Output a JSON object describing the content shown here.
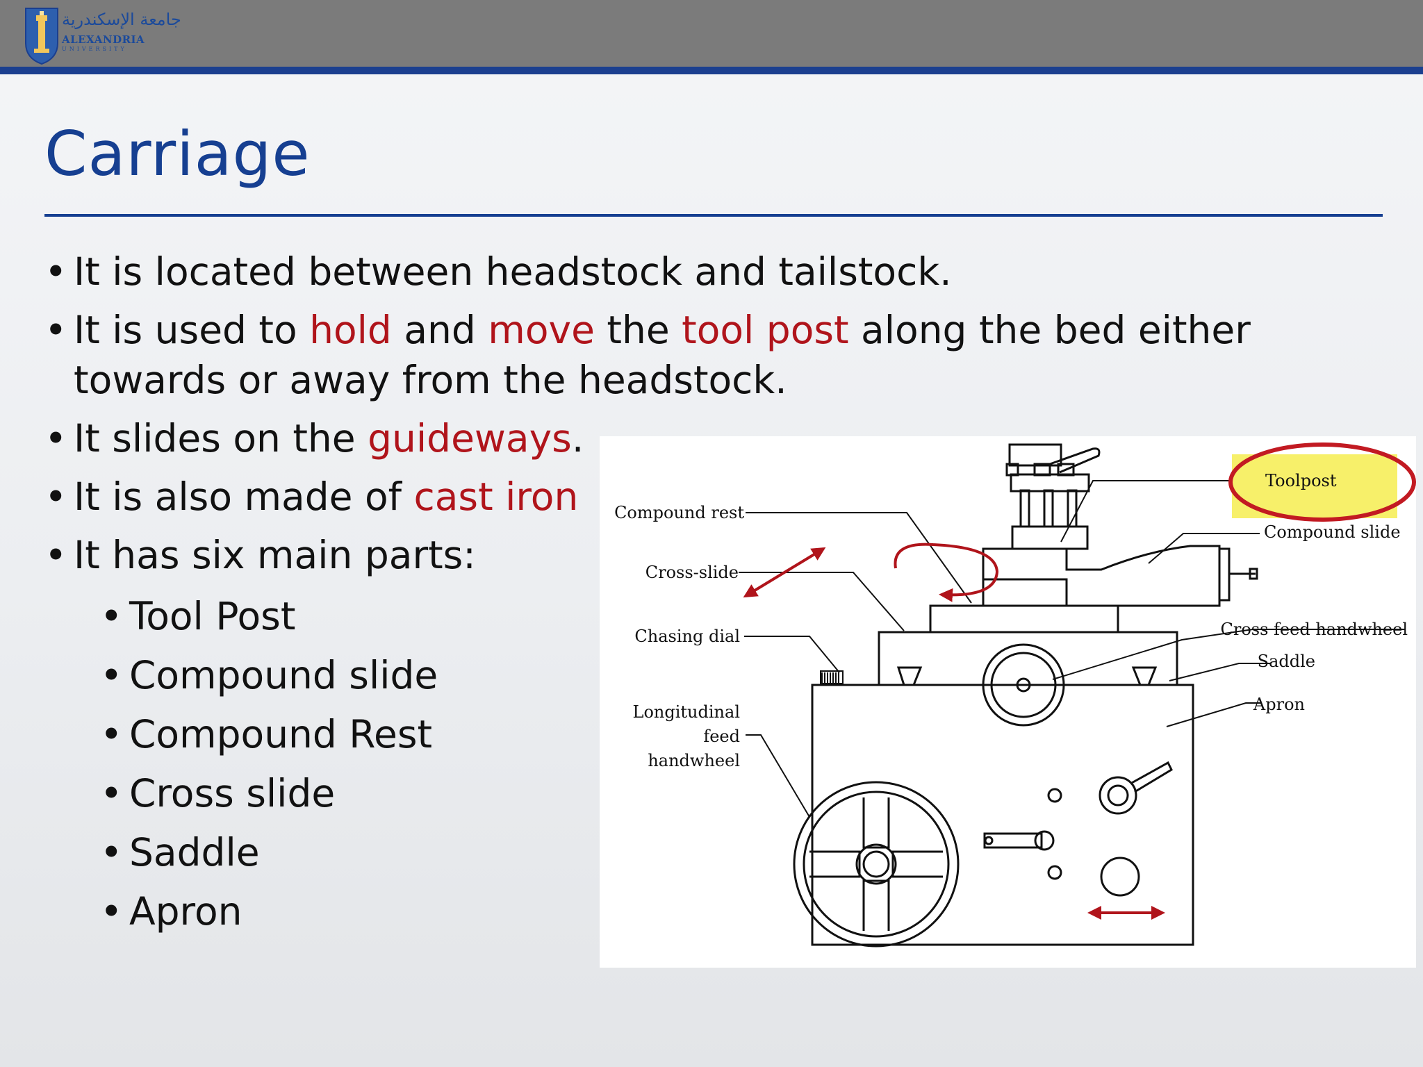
{
  "header": {
    "logo_arabic": "جامعة الإسكندرية",
    "logo_name": "ALEXANDRIA",
    "logo_sub": "UNIVERSITY"
  },
  "title": "Carriage",
  "bullets": {
    "b1": "It is located between headstock and tailstock.",
    "b2": {
      "t1": "It is used to ",
      "hold": "hold",
      "t2": " and ",
      "move": "move",
      "t3": " the ",
      "tool_post": "tool post",
      "t4": " along the bed either towards or away from the headstock."
    },
    "b3": {
      "t1": "It slides on the ",
      "guideways": "guideways",
      "t2": "."
    },
    "b4": {
      "t1": "It is also made of ",
      "cast_iron": "cast iron"
    },
    "b5": "It has six main parts:"
  },
  "parts": [
    "Tool Post",
    "Compound slide",
    "Compound Rest",
    "Cross slide",
    "Saddle",
    "Apron"
  ],
  "diagram": {
    "labels": {
      "compound_rest": "Compound rest",
      "cross_slide": "Cross-slide",
      "chasing_dial": "Chasing dial",
      "longitudinal": "Longitudinal",
      "feed": "feed",
      "handwheel": "handwheel",
      "toolpost": "Toolpost",
      "compound_slide": "Compound slide",
      "cross_feed_handwheel": "Cross feed handwheel",
      "saddle": "Saddle",
      "apron": "Apron"
    }
  },
  "colors": {
    "title_blue": "#163f91",
    "accent_red": "#b0141b",
    "highlight_yellow": "#f7f06a",
    "header_gray": "#7b7b7b"
  }
}
